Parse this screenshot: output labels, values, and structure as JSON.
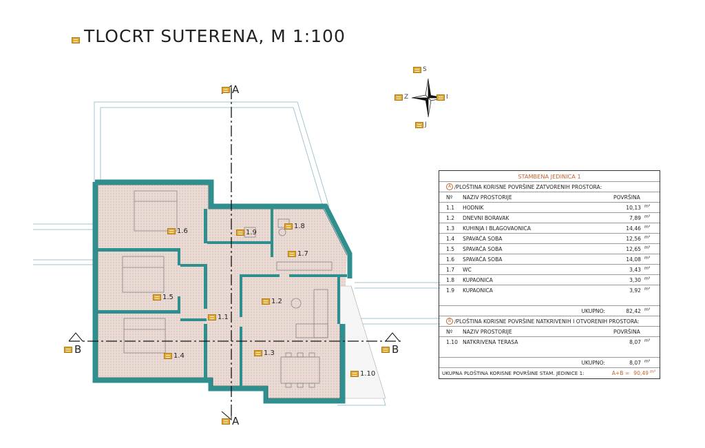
{
  "title": "TLOCRT SUTERENA, M 1:100",
  "colors": {
    "wall": "#2f8f8f",
    "floor": "#e9d8d2",
    "accent": "#c0642a",
    "note_icon": "#e0aa3a"
  },
  "compass": {
    "north": "S",
    "west": "Z",
    "east": "I",
    "south": "J"
  },
  "sections": {
    "a_top": "A",
    "a_bottom": "A",
    "b_left": "B",
    "b_right": "B"
  },
  "rooms": [
    {
      "id": "1.1"
    },
    {
      "id": "1.2"
    },
    {
      "id": "1.3"
    },
    {
      "id": "1.4"
    },
    {
      "id": "1.5"
    },
    {
      "id": "1.6"
    },
    {
      "id": "1.7"
    },
    {
      "id": "1.8"
    },
    {
      "id": "1.9"
    },
    {
      "id": "1.10"
    }
  ],
  "table": {
    "title": "STAMBENA JEDINICA 1",
    "section_a": {
      "tag": "A",
      "heading": "/PLOŠTINA KORISNE POVRŠINE ZATVORENIH PROSTORA:",
      "col_no": "Nº",
      "col_name": "NAZIV PROSTORIJE",
      "col_area": "POVRŠINA",
      "rows": [
        {
          "no": "1.1",
          "name": "HODNIK",
          "area": "10,13",
          "unit": "m²"
        },
        {
          "no": "1.2",
          "name": "DNEVNI BORAVAK",
          "area": "7,89",
          "unit": "m²"
        },
        {
          "no": "1.3",
          "name": "KUHINJA I BLAGOVAONICA",
          "area": "14,46",
          "unit": "m²"
        },
        {
          "no": "1.4",
          "name": "SPAVAĆA SOBA",
          "area": "12,56",
          "unit": "m²"
        },
        {
          "no": "1.5",
          "name": "SPAVAĆA SOBA",
          "area": "12,65",
          "unit": "m²"
        },
        {
          "no": "1.6",
          "name": "SPAVAĆA SOBA",
          "area": "14,08",
          "unit": "m²"
        },
        {
          "no": "1.7",
          "name": "WC",
          "area": "3,43",
          "unit": "m²"
        },
        {
          "no": "1.8",
          "name": "KUPAONICA",
          "area": "3,30",
          "unit": "m²"
        },
        {
          "no": "1.9",
          "name": "KUPAONICA",
          "area": "3,92",
          "unit": "m²"
        }
      ],
      "total_label": "UKUPNO:",
      "total_area": "82,42",
      "total_unit": "m²"
    },
    "section_b": {
      "tag": "B",
      "heading": "/PLOŠTINA KORISNE POVRŠINE NATKRIVENIH I OTVORENIH PROSTORA:",
      "col_no": "Nº",
      "col_name": "NAZIV PROSTORIJE",
      "col_area": "POVRŠINA",
      "rows": [
        {
          "no": "1.10",
          "name": "NATKRIVENA TERASA",
          "area": "8,07",
          "unit": "m²"
        }
      ],
      "total_label": "UKUPNO:",
      "total_area": "8,07",
      "total_unit": "m²"
    },
    "grand_total": {
      "label": "UKUPNA PLOŠTINA KORISNE POVRŠINE STAM. JEDINICE 1:",
      "formula": "A+B =",
      "area": "90,49",
      "unit": "m²"
    }
  }
}
